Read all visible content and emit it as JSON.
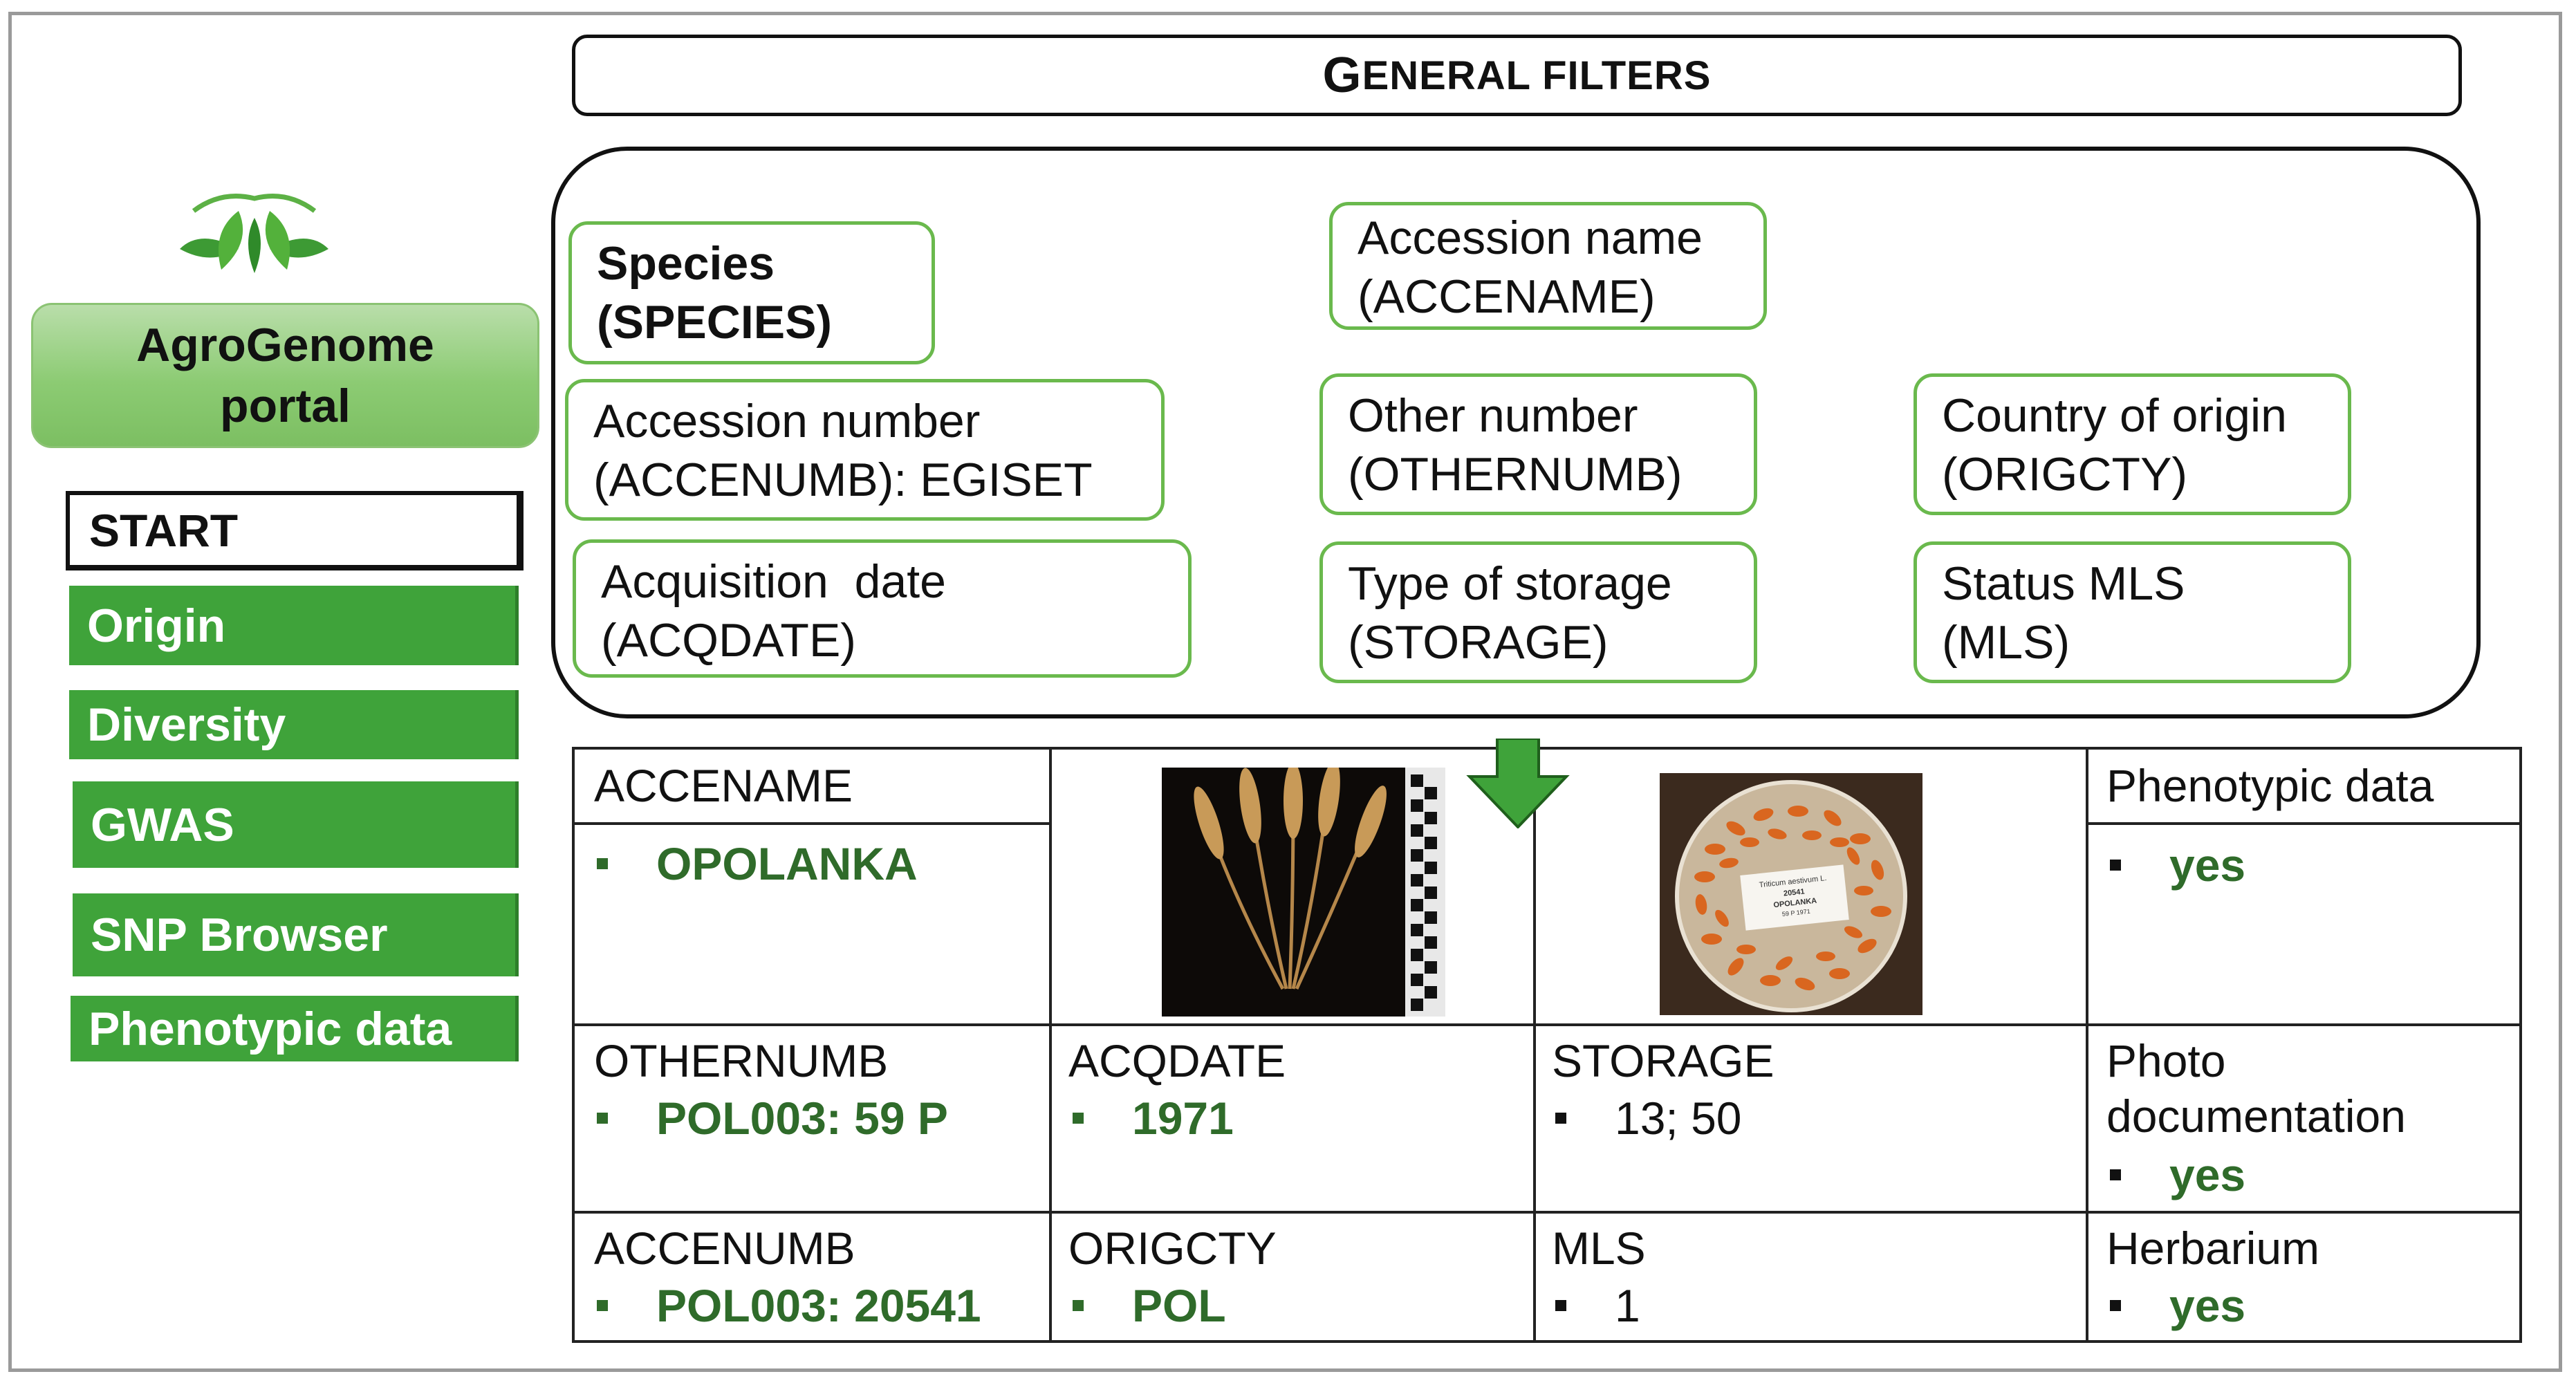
{
  "header": {
    "title_first": "G",
    "title_rest": "ENERAL FILTERS"
  },
  "sidebar": {
    "portal_line1": "AgroGenome",
    "portal_line2": "portal",
    "start_label": "START",
    "nav": [
      "Origin",
      "Diversity",
      "GWAS",
      "SNP Browser",
      "Phenotypic data"
    ]
  },
  "filters": {
    "species": {
      "line1": "Species",
      "line2": "(SPECIES)"
    },
    "accename": {
      "line1": "Accession name",
      "line2": "(ACCENAME)"
    },
    "accenumb": {
      "line1": "Accession number",
      "line2": "(ACCENUMB): EGISET"
    },
    "othernumb": {
      "line1": "Other number",
      "line2": "(OTHERNUMB)"
    },
    "origcty": {
      "line1": "Country of origin",
      "line2": "(ORIGCTY)"
    },
    "acqdate": {
      "line1": "Acquisition  date",
      "line2": "(ACQDATE)"
    },
    "storage": {
      "line1": "Type of storage",
      "line2": "(STORAGE)"
    },
    "mls": {
      "line1": "Status MLS",
      "line2": "(MLS)"
    }
  },
  "table": {
    "accename_label": "ACCENAME",
    "accename_value": "OPOLANKA",
    "phenotypic_label": "Phenotypic data",
    "phenotypic_value": "yes",
    "othernumb_label": "OTHERNUMB",
    "othernumb_value": "POL003: 59 P",
    "acqdate_label": "ACQDATE",
    "acqdate_value": "1971",
    "storage_label": "STORAGE",
    "storage_value": "13; 50",
    "photo_label_line1": "Photo",
    "photo_label_line2": "documentation",
    "photo_value": "yes",
    "accenumb_label": "ACCENUMB",
    "accenumb_value": "POL003: 20541",
    "origcty_label": "ORIGCTY",
    "origcty_value": "POL",
    "mls_label": "MLS",
    "mls_value": "1",
    "herbarium_label": "Herbarium",
    "herbarium_value": "yes"
  },
  "seed_card": {
    "line1": "Triticum aestivum L.",
    "line2": "20541",
    "line3": "OPOLANKA",
    "line4": "59 P 1971"
  },
  "colors": {
    "brand_green": "#3fa33a",
    "value_green": "#2f6b2a",
    "filter_border": "#6ab94d"
  },
  "icons": [
    "leaf-logo-icon",
    "down-arrow-icon",
    "bullet-icon"
  ]
}
